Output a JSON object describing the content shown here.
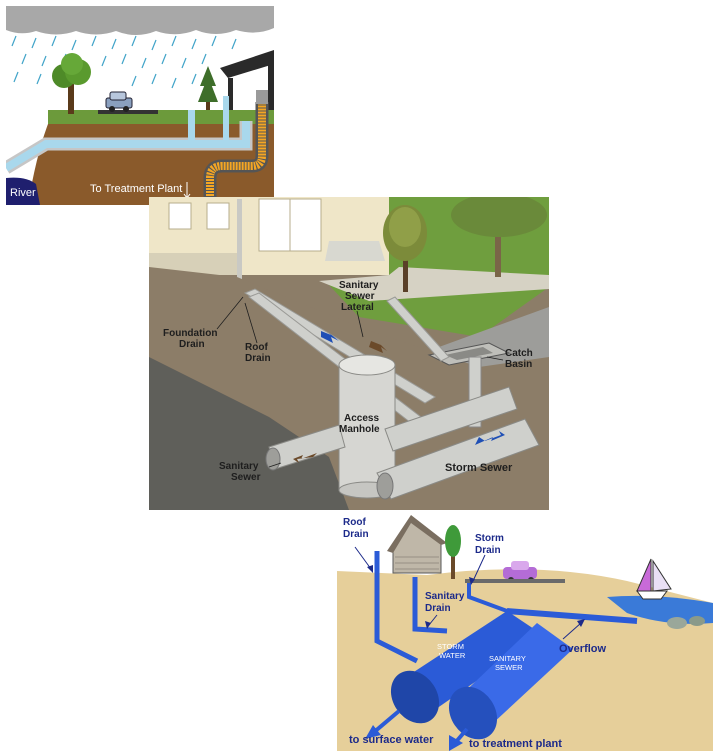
{
  "panel1": {
    "river_label": "River",
    "treatment_label": "To Treatment Plant",
    "colors": {
      "sky": "#ffffff",
      "cloud": "#a8a8a8",
      "rain": "#3fa3c8",
      "soil": "#8a5a2b",
      "storm_pipe": "#a9d8ec",
      "sanitary_pipe": "#f5a623",
      "river": "#1f1f6e"
    }
  },
  "panel2": {
    "labels": {
      "foundation_drain": [
        "Foundation",
        "Drain"
      ],
      "roof_drain": [
        "Roof",
        "Drain"
      ],
      "sanitary_lateral": [
        "Sanitary",
        "Sewer",
        "Lateral"
      ],
      "catch_basin": [
        "Catch",
        "Basin"
      ],
      "access_manhole": [
        "Access",
        "Manhole"
      ],
      "sanitary_sewer": [
        "Sanitary",
        "Sewer"
      ],
      "storm_sewer": "Storm Sewer"
    },
    "colors": {
      "house": "#efe6c8",
      "gravel": "#8c7d68",
      "pipe": "#cfd0cc",
      "storm_arrow": "#1f4fb5",
      "sanitary_arrow": "#6b4a2a",
      "lawn": "#6f9e3e"
    }
  },
  "panel3": {
    "labels": {
      "roof_drain": [
        "Roof",
        "Drain"
      ],
      "storm_drain": [
        "Storm",
        "Drain"
      ],
      "sanitary_drain": [
        "Sanitary",
        "Drain"
      ],
      "overflow": "Overflow",
      "storm_water": [
        "STORM",
        "WATER"
      ],
      "sanitary_sewer": [
        "SANITARY",
        "SEWER"
      ],
      "to_surface_water": "to surface water",
      "to_treatment_plant": "to treatment plant"
    },
    "colors": {
      "sand": "#e6cf9a",
      "pipe": "#2b5bd7",
      "water": "#3a7ad8",
      "label": "#1c2a8a"
    }
  }
}
